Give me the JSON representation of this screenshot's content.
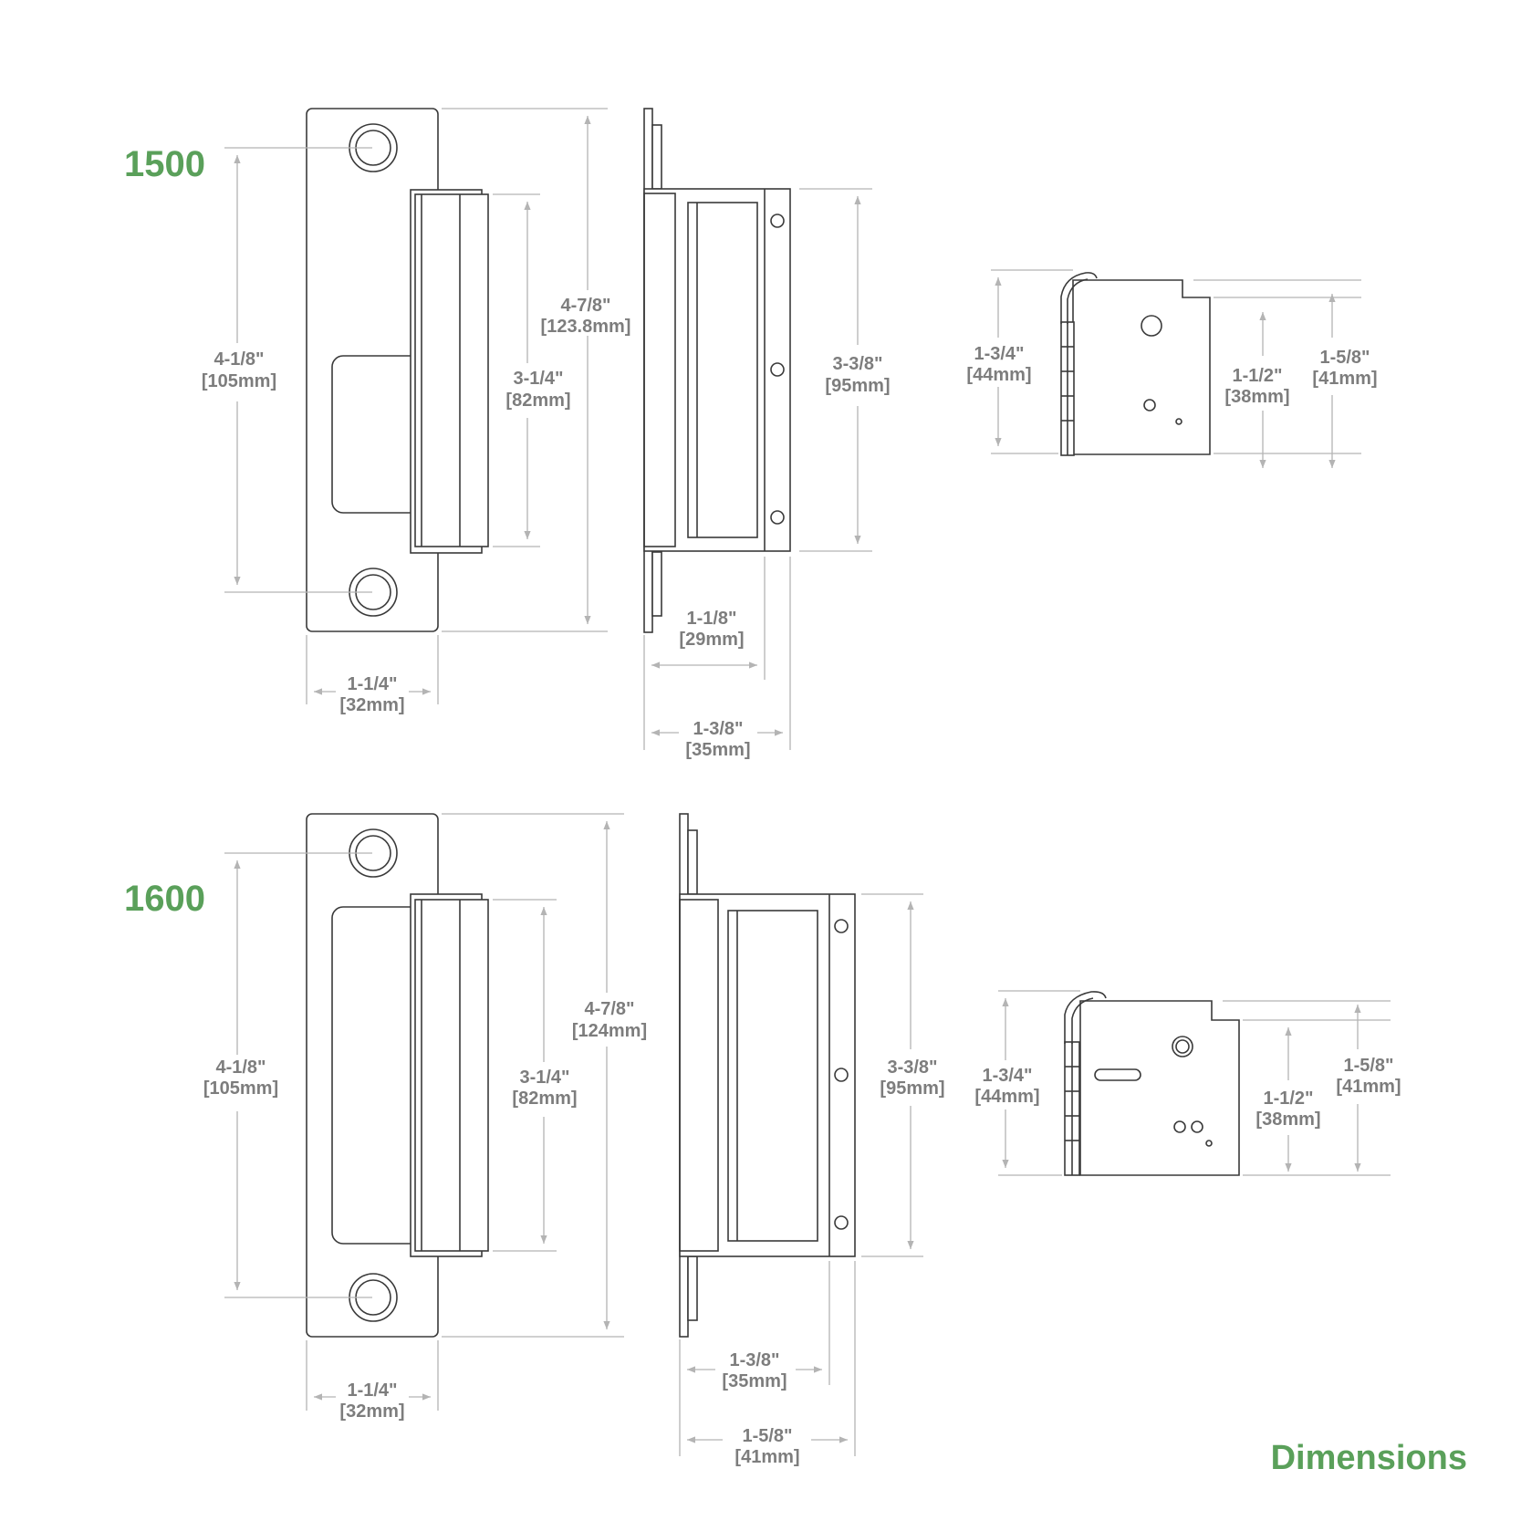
{
  "title": "Dimensions",
  "accent_color": "#5aa05a",
  "models": [
    {
      "name": "1500",
      "front": {
        "hole_spacing": [
          "4-1/8\"",
          "[105mm]"
        ],
        "plate_height": [
          "4-7/8\"",
          "[123.8mm]"
        ],
        "keeper_height": [
          "3-1/4\"",
          "[82mm]"
        ],
        "plate_width": [
          "1-1/4\"",
          "[32mm]"
        ]
      },
      "side": {
        "body_height": [
          "3-3/8\"",
          "[95mm]"
        ],
        "depth_inner": [
          "1-1/8\"",
          "[29mm]"
        ],
        "depth_overall": [
          "1-3/8\"",
          "[35mm]"
        ]
      },
      "end": {
        "height_overall": [
          "1-3/4\"",
          "[44mm]"
        ],
        "height_body": [
          "1-1/2\"",
          "[38mm]"
        ],
        "height_mid": [
          "1-5/8\"",
          "[41mm]"
        ]
      }
    },
    {
      "name": "1600",
      "front": {
        "hole_spacing": [
          "4-1/8\"",
          "[105mm]"
        ],
        "plate_height": [
          "4-7/8\"",
          "[124mm]"
        ],
        "keeper_height": [
          "3-1/4\"",
          "[82mm]"
        ],
        "plate_width": [
          "1-1/4\"",
          "[32mm]"
        ]
      },
      "side": {
        "body_height": [
          "3-3/8\"",
          "[95mm]"
        ],
        "depth_inner": [
          "1-3/8\"",
          "[35mm]"
        ],
        "depth_overall": [
          "1-5/8\"",
          "[41mm]"
        ]
      },
      "end": {
        "height_overall": [
          "1-3/4\"",
          "[44mm]"
        ],
        "height_body": [
          "1-1/2\"",
          "[38mm]"
        ],
        "height_mid": [
          "1-5/8\"",
          "[41mm]"
        ]
      }
    }
  ]
}
